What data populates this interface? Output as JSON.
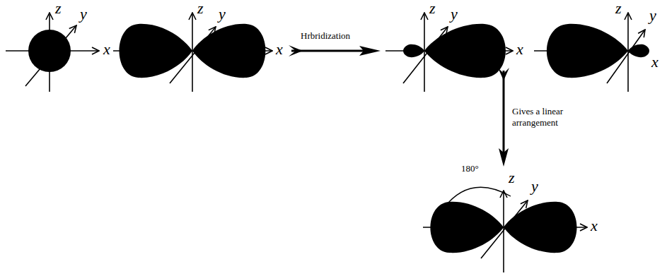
{
  "diagram": {
    "labels": [
      "z",
      "y",
      "x",
      "z",
      "y",
      "x",
      "Hrbridization",
      "z",
      "y",
      "x",
      "z",
      "y",
      "x",
      "Gives a linear arrangement",
      "180°",
      "z",
      "y",
      "x"
    ]
  }
}
